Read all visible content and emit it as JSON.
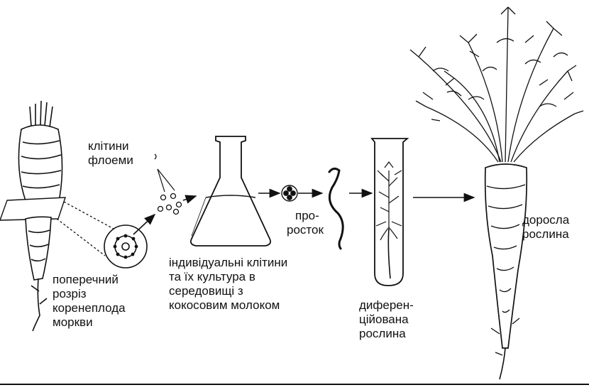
{
  "labels": {
    "phloem_cells": [
      "клітини",
      "флоеми"
    ],
    "cross_section": [
      "поперечний",
      "розріз",
      "коренеплода",
      "моркви"
    ],
    "individual_cells": [
      "індивідуальні клітини",
      "та їх культура в",
      "середовищі з",
      "кокосовим молоком"
    ],
    "sprout": [
      "про-",
      "росток"
    ],
    "differentiated": [
      "диферен-",
      "ційована",
      "рослина"
    ],
    "adult": [
      "доросла",
      "рослина"
    ]
  }
}
